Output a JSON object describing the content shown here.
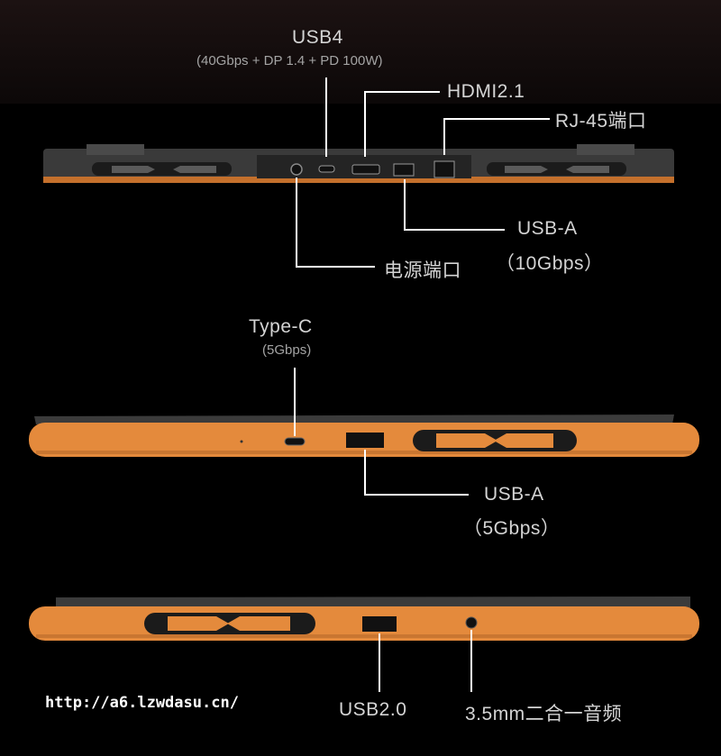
{
  "colors": {
    "chassis_top": "#3a3a3a",
    "chassis_orange": "#e48a3c",
    "leader": "#ffffff",
    "label": "#d4d4d4",
    "sublabel": "#a4a4a4"
  },
  "back_view": {
    "usb4": {
      "title": "USB4",
      "spec": "(40Gbps + DP 1.4 + PD 100W)"
    },
    "hdmi": {
      "title": "HDMI2.1"
    },
    "rj45": {
      "title": "RJ-45端口"
    },
    "usb_a": {
      "title": "USB-A",
      "spec": "（10Gbps）"
    },
    "power": {
      "title": "电源端口"
    }
  },
  "left_side": {
    "type_c": {
      "title": "Type-C",
      "spec": "(5Gbps)"
    },
    "usb_a": {
      "title": "USB-A",
      "spec": "（5Gbps）"
    }
  },
  "right_side": {
    "usb2": {
      "title": "USB2.0"
    },
    "audio": {
      "title": "3.5mm二合一音频"
    }
  },
  "watermark": "http://a6.lzwdasu.cn/"
}
